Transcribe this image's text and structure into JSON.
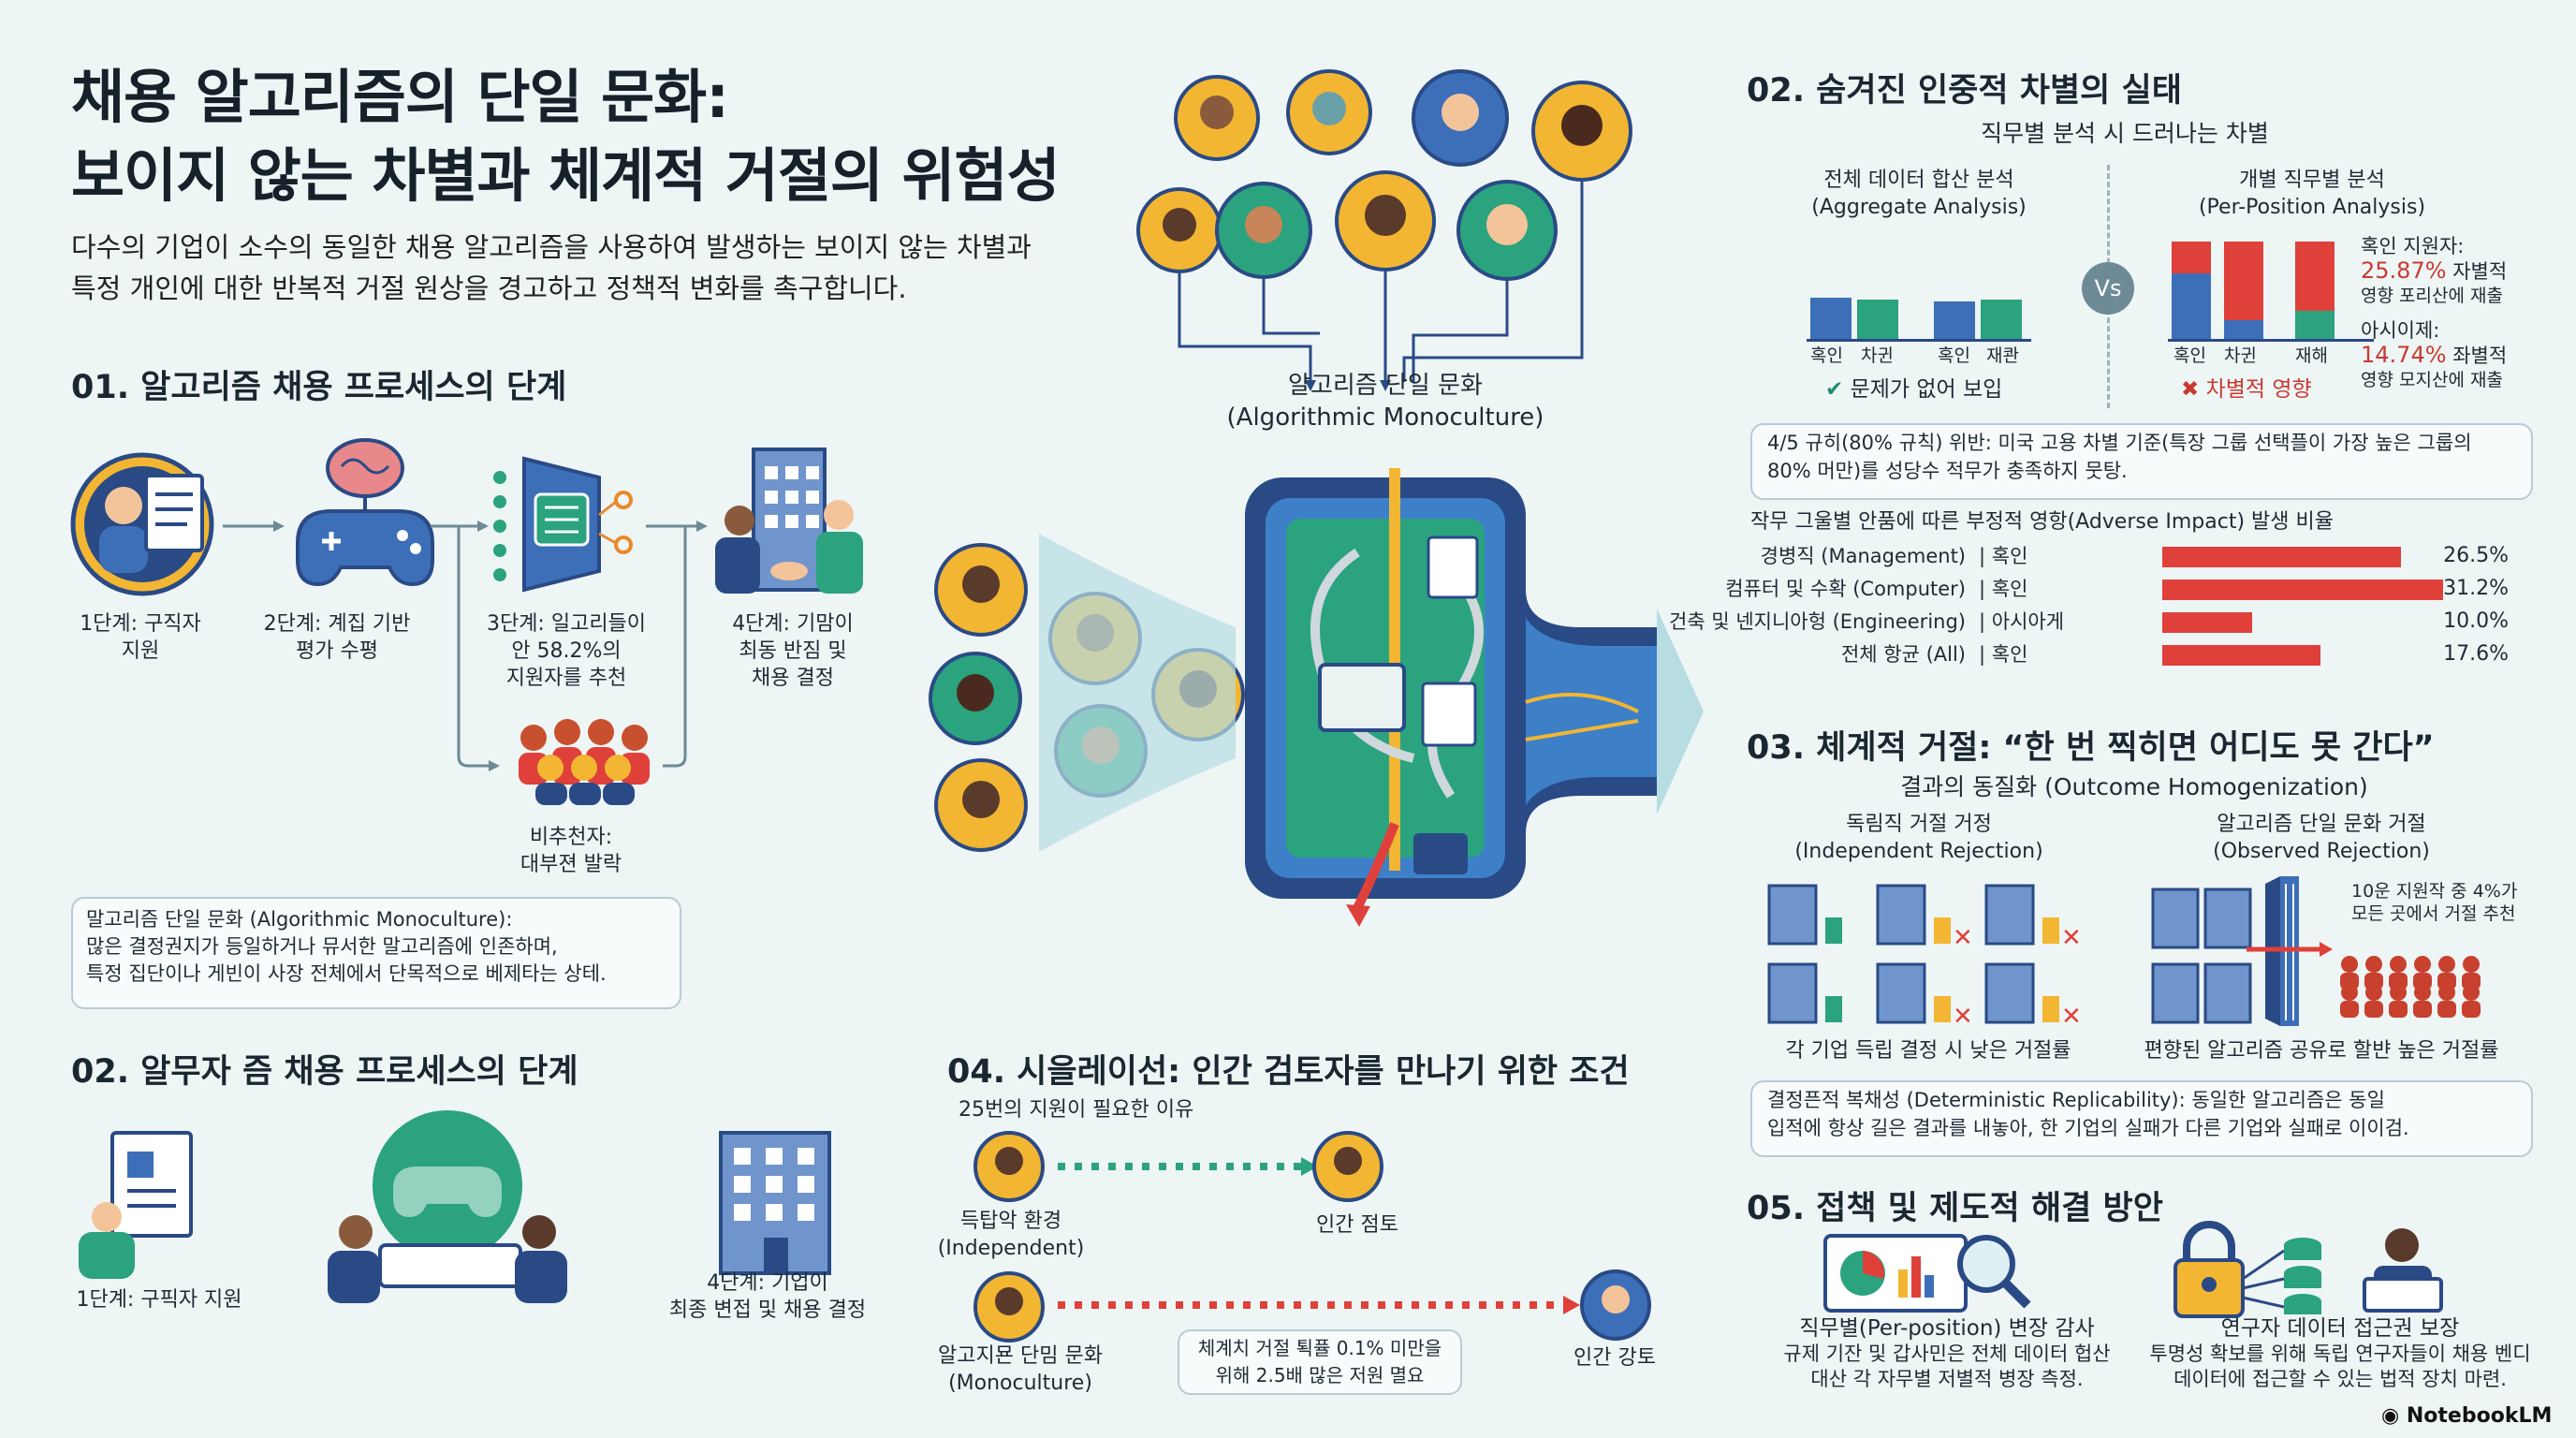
{
  "header": {
    "title_line1": "채용 알고리즘의 단일 문화:",
    "title_line2": "보이지 않는 차별과 체계적 거절의 위험성",
    "subtitle_line1": "다수의 기업이 소수의 동일한 채용 알고리즘을 사용하여 발생하는 보이지 않는 차별과",
    "subtitle_line2": "특정 개인에 대한 반복적 거절 원상을 경고하고 정책적 변화를 촉구합니다."
  },
  "section1": {
    "heading": "01. 알고리즘 채용 프로세스의 단계",
    "steps": [
      {
        "line1": "1단계: 구직자",
        "line2": "지원",
        "line3": ""
      },
      {
        "line1": "2단계: 계집 기반",
        "line2": "평가 수평",
        "line3": ""
      },
      {
        "line1": "3단계: 일고리들이",
        "line2": "안 58.2%의",
        "line3": "지원자를 추천"
      },
      {
        "line1": "4단계: 기맘이",
        "line2": "최동 반짐 및",
        "line3": "채용 결정"
      }
    ],
    "nonrec_line1": "비추천자:",
    "nonrec_line2": "대부젼 발락",
    "note_line1": "말고리즘 단일 문화 (Algorithmic Monoculture):",
    "note_line2": "많은 결정권지가 등일하거나 뮤서한 말고리즘에 인존하며,",
    "note_line3": "특정 집단이나 게빈이 사장 전체에서 단목적으로 베제타는 상테."
  },
  "section2left": {
    "heading": "02. 알무자 즘 채용 프로세스의 단계",
    "step1": "1단계: 구픽자 지원",
    "step4_line1": "4단계: 기업이",
    "step4_line2": "최종 변접 및 채용 결정"
  },
  "center": {
    "mono_line1": "알고리즘 단일 문화",
    "mono_line2": "(Algorithmic Monoculture)"
  },
  "section4": {
    "heading": "04. 시을레이선: 인간 검토자를 만나기 위한 조건",
    "sub": "25번의 지원이 필요한 이유",
    "indep_line1": "득탑악 환경",
    "indep_line2": "(Independent)",
    "human1": "인간 점토",
    "mono_line1": "알고지묜 단밈 문화",
    "mono_line2": "(Monoculture)",
    "human2": "인간 강토",
    "note_line1": "체계치 거절 퇵퓰 0.1% 미만을",
    "note_line2": "위해 2.5배 많은 저원 멸요"
  },
  "section2right": {
    "heading": "02. 숨겨진 인중적 차별의 실태",
    "sub": "직무별 분석 시 드러나는 차별",
    "agg_line1": "전체 데이터 합산 분석",
    "agg_line2": "(Aggregate Analysis)",
    "per_line1": "개별 직무별 분석",
    "per_line2": "(Per-Position Analysis)",
    "vs": "Vs",
    "agg_labels": [
      "혹인",
      "차귄",
      "혹인",
      "재콴"
    ],
    "per_labels": [
      "혹인",
      "차귄",
      "재해"
    ],
    "ok_text": "문제가 없어 보입",
    "bad_text": "차별적 영향",
    "ann1_line1": "혹인 지원자:",
    "ann1_pct": "25.87%",
    "ann1_rest": "자별적",
    "ann1_line3": "영향 포리산에 재출",
    "ann2_line1": "아시이제:",
    "ann2_pct": "14.74%",
    "ann2_rest": "좌별적",
    "ann2_line3": "영향 모지산에 재출",
    "rule_line1": "4/5 규히(80% 규칙) 위반: 미국 고용 차별 기준(특장 그룹 선택플이 가장 높은 그룹의",
    "rule_line2": "80% 머만)를 성당수 적무가 충족하지 뭇탕.",
    "impact_title": "작무 그울별 안품에 따른 부정적 영항(Adverse Impact) 발생 비율"
  },
  "chart_data": {
    "type": "bar",
    "title": "작무 그울별 안품에 따른 부정적 영항(Adverse Impact) 발생 비율",
    "categories": [
      "경병직 (Management)",
      "컴퓨터 및 수확 (Computer)",
      "건축 및 넨지니아헝 (Engineering)",
      "전체 항균 (All)"
    ],
    "groups": [
      "혹인",
      "혹인",
      "아시아게",
      "혹인"
    ],
    "values": [
      26.5,
      31.2,
      10.0,
      17.6
    ],
    "value_labels": [
      "26.5%",
      "31.2%",
      "10.0%",
      "17.6%"
    ],
    "xlim": [
      0,
      31.2
    ],
    "color": "#e0403a"
  },
  "section3": {
    "heading": "03. 체계적 거절: “한 번 찍히면 어디도 못 간다”",
    "sub": "결과의 동질화 (Outcome Homogenization)",
    "indep_line1": "독림직 거절 거정",
    "indep_line2": "(Independent Rejection)",
    "obs_line1": "알고리즘 단일 문화 거절",
    "obs_line2": "(Observed Rejection)",
    "obs_note_line1": "10운 지원작 중 4%가",
    "obs_note_line2": "모든 곳에서 거절 추천",
    "indep_caption": "각 기업 득립 결정 시 낮은 거절률",
    "obs_caption": "편향된 알고리즘 공유로 할뱐 높은 거절률",
    "det_line1": "결정픈적 복채성 (Deterministic Replicability): 동일한 알고리즘은 동일",
    "det_line2": "입적에 항상 길은 결과를 내놓아, 한 기업의 실패가 다른 기업와 실패로 이이검."
  },
  "section5": {
    "heading": "05. 접책 및 제도적 해결 방안",
    "a_line1": "직무별(Per-position) 변장 감사",
    "a_line2": "규제 기잔 및 갑사민은 전체 데이터 헙산",
    "a_line3": "대산 각 자무별 저별적 병장 측정.",
    "b_line1": "연구자 데이터 접근권 보장",
    "b_line2": "투명성 확보를 위해 독립 연구자들이 채용 벤디",
    "b_line3": "데이터에 접근할 수 있는 법적 장치 마련."
  },
  "footer": {
    "brand": "NotebookLM"
  },
  "colors": {
    "navy": "#2a4a86",
    "teal": "#2aa37e",
    "red": "#e0403a",
    "yellow": "#f2b632",
    "blue": "#3d6fb8"
  }
}
